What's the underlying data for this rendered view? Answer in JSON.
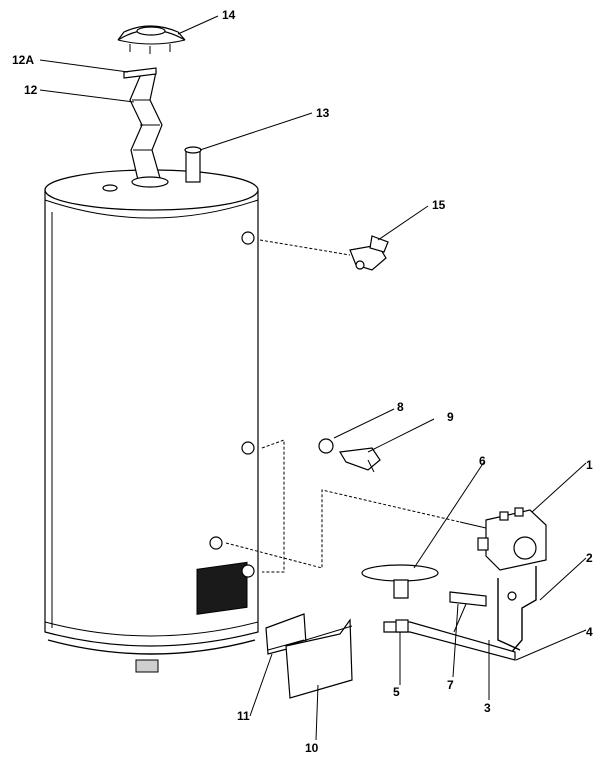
{
  "diagram": {
    "callouts": [
      {
        "id": "14",
        "text": "14"
      },
      {
        "id": "12A",
        "text": "12A"
      },
      {
        "id": "12",
        "text": "12"
      },
      {
        "id": "13",
        "text": "13"
      },
      {
        "id": "15",
        "text": "15"
      },
      {
        "id": "8",
        "text": "8"
      },
      {
        "id": "9",
        "text": "9"
      },
      {
        "id": "6",
        "text": "6"
      },
      {
        "id": "1",
        "text": "1"
      },
      {
        "id": "2",
        "text": "2"
      },
      {
        "id": "4",
        "text": "4"
      },
      {
        "id": "5",
        "text": "5"
      },
      {
        "id": "7",
        "text": "7"
      },
      {
        "id": "3",
        "text": "3"
      },
      {
        "id": "11",
        "text": "11"
      },
      {
        "id": "10",
        "text": "10"
      }
    ]
  }
}
